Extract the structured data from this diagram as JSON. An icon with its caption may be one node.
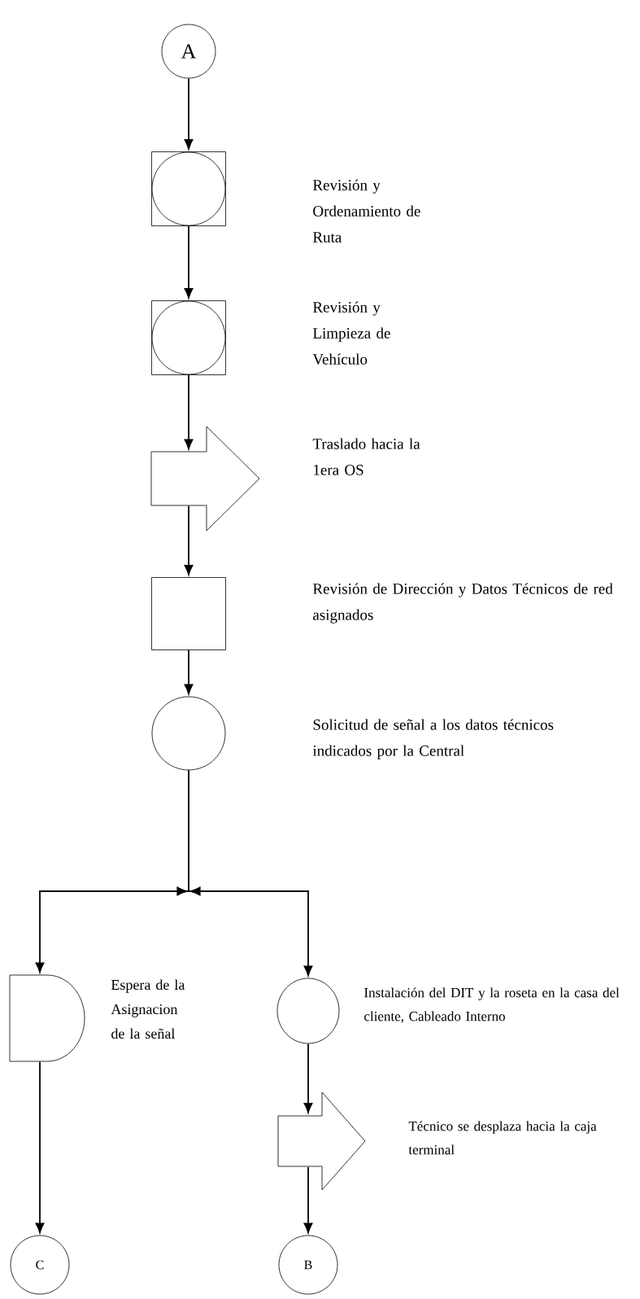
{
  "diagram": {
    "nodes": [
      {
        "text": [
          "A"
        ]
      },
      {
        "text": [],
        "shape": "square"
      },
      {
        "text": [],
        "shape": "square"
      },
      {
        "text": [],
        "shape": "arrow",
        "beside": [
          "Traslado hacia la 1era OS"
        ]
      },
      {
        "text": [],
        "shape": "box"
      },
      {
        "text": [],
        "shape": "circle"
      },
      {
        "text": [],
        "shape": "delay",
        "beside": [
          "Espera de la Asignacion de la señal"
        ]
      },
      {
        "text": [],
        "shape": "circle",
        "beside": [
          "Instalación del DIT y la roseta en la casa del cliente, Cableado Interno"
        ]
      },
      {
        "text": [],
        "shape": "arrow",
        "beside": [
          "Técnico se desplaza hacia la caja terminal"
        ]
      },
      {
        "text": [
          "C"
        ]
      },
      {
        "text": [
          "B"
        ]
      }
    ],
    "edges": [
      {
        "from": 0,
        "to": 1,
        "arrow": "to"
      },
      {
        "from": 1,
        "to": 2,
        "arrow": "to"
      },
      {
        "from": 2,
        "to": 3,
        "arrow": "to"
      },
      {
        "from": 3,
        "to": 4,
        "arrow": "to"
      },
      {
        "from": 4,
        "to": 5,
        "arrow": "to"
      },
      {
        "from": 5,
        "to": 6,
        "arrow": "to"
      },
      {
        "from": 5,
        "to": 7,
        "arrow": "to"
      },
      {
        "from": 6,
        "to": 9,
        "arrow": "to"
      },
      {
        "from": 7,
        "to": 8,
        "arrow": "to"
      },
      {
        "from": 8,
        "to": 10,
        "arrow": "to"
      }
    ],
    "labels": [
      "Revisión y Ordenamiento de Ruta",
      "Revisión y Limpieza de Vehículo",
      "Revisión de Dirección y Datos Técnicos de red asignados",
      "Solicitud de señal a los datos técnicos indicados por la Central"
    ]
  }
}
